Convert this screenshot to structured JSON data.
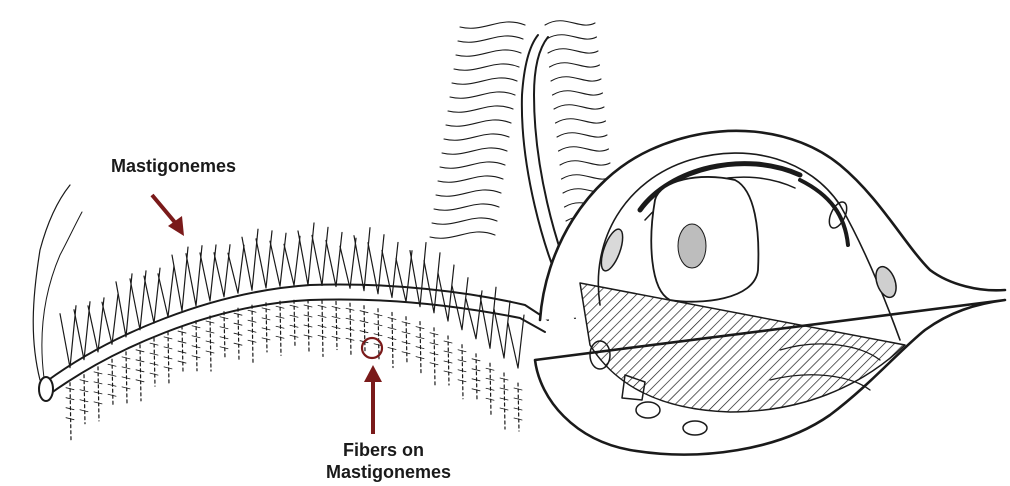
{
  "labels": {
    "mastigonemes": "Mastigonemes",
    "fibers_line1": "Fibers on",
    "fibers_line2": "Mastigonemes"
  },
  "colors": {
    "ink": "#1a1a1a",
    "arrow": "#7a1a1a",
    "background": "#ffffff"
  }
}
